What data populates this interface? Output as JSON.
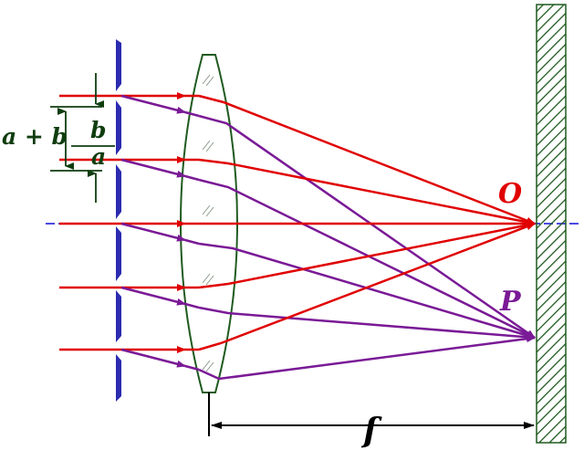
{
  "labels": {
    "a_plus_b": "a + b",
    "b": "b",
    "a": "a",
    "O": "O",
    "P": "P",
    "f": "f"
  },
  "colors": {
    "red_ray": "#e00000",
    "purple_ray": "#7a1a96",
    "grating": "#2b2bb0",
    "axis": "#4a4adf",
    "lens_outline": "#1f5a1f",
    "screen_hatch": "#1f5a1f",
    "dimension": "#000000",
    "label_dark": "#0f3d0f",
    "label_O": "#e00000",
    "label_P": "#7a1a96"
  }
}
